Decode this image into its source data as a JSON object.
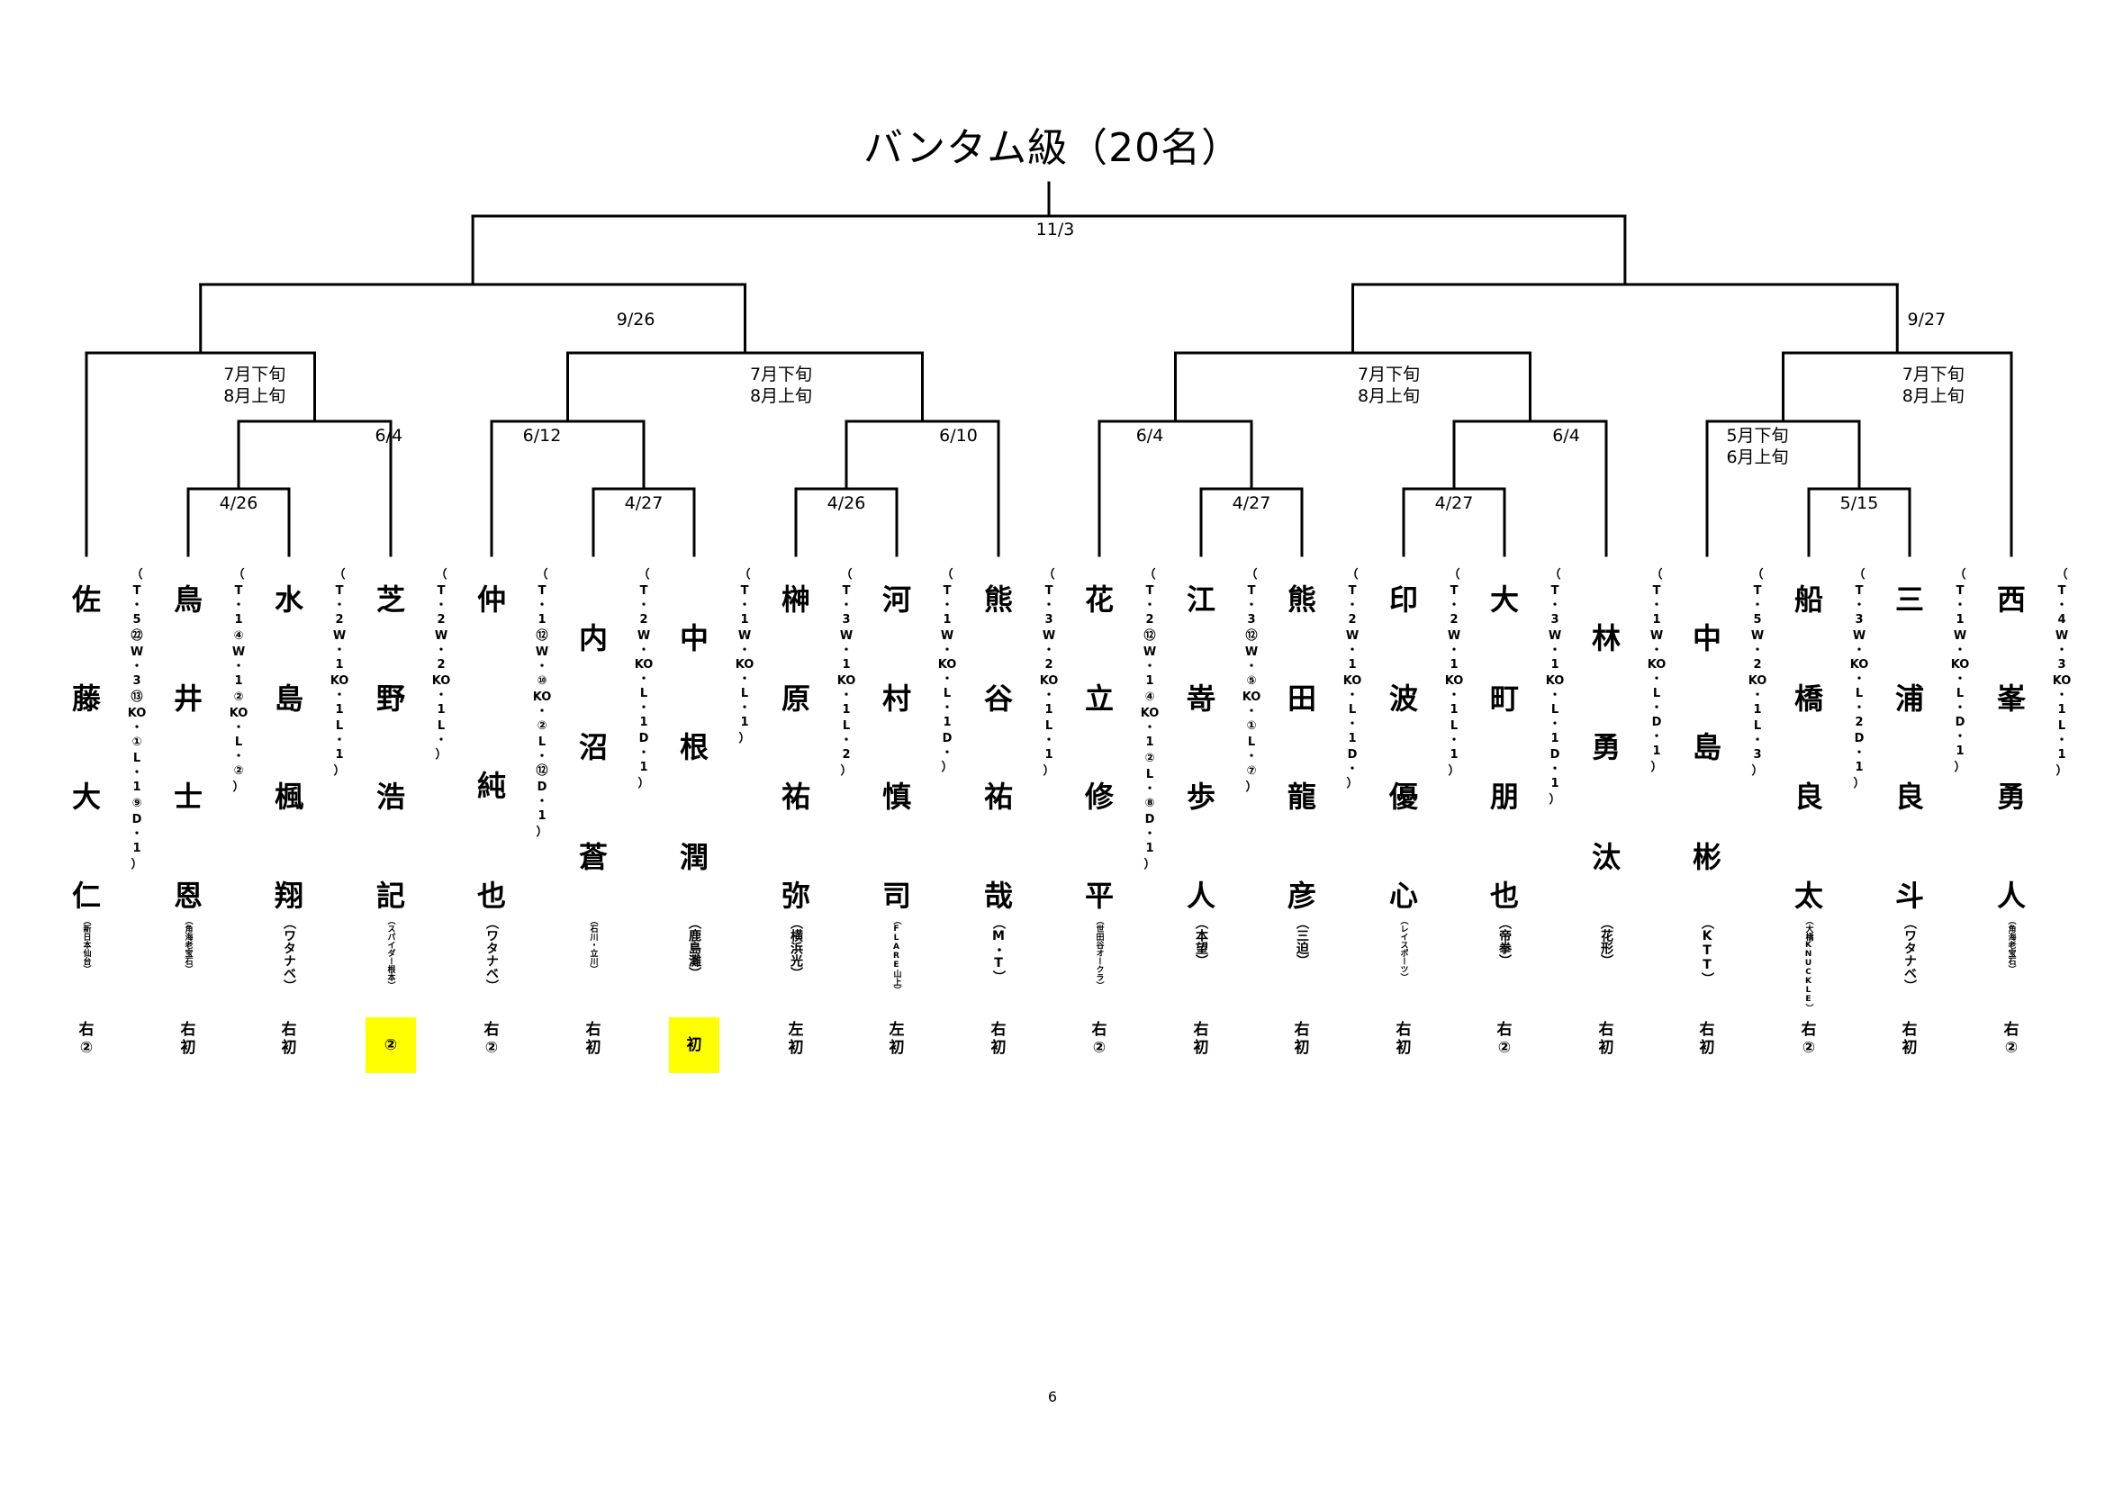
{
  "title": "バンタム級（20名）",
  "page_number": "6",
  "highlight_color": "#ffff00",
  "dates": {
    "final": "11/3",
    "semi_left": "9/26",
    "semi_right": "9/27",
    "qf1": "7月下旬\n8月上旬",
    "qf2": "7月下旬\n8月上旬",
    "qf3": "7月下旬\n8月上旬",
    "qf4": "7月下旬\n8月上旬",
    "r16_1": "6/4",
    "r16_2": "6/12",
    "r16_3": "6/10",
    "r16_4": "6/4",
    "r16_5": "6/4",
    "r16_6": "5月下旬\n6月上旬",
    "r1_1": "4/26",
    "r1_2": "4/27",
    "r1_3": "4/26",
    "r1_4": "4/27",
    "r1_5": "4/27",
    "r1_6": "5/15"
  },
  "fighters": [
    {
      "name": [
        "佐",
        "藤",
        "大",
        "仁"
      ],
      "record": [
        "（",
        "T",
        "・",
        "5",
        "㉒",
        "W",
        "・",
        "3",
        "⑬",
        "KO",
        "・",
        "①",
        "L",
        "・",
        "1",
        "⑨",
        "D",
        "・",
        "1",
        "）"
      ],
      "gym": "（新日本仙台）",
      "gym_small": true,
      "stance": "右",
      "career": "②",
      "highlight": false
    },
    {
      "name": [
        "鳥",
        "井",
        "士",
        "恩"
      ],
      "record": [
        "（",
        "T",
        "・",
        "1",
        "④",
        "W",
        "・",
        "1",
        "②",
        "KO",
        "・",
        "L",
        "・",
        "②",
        "）"
      ],
      "gym": "（角海老宝石）",
      "gym_small": true,
      "stance": "右",
      "career": "初",
      "highlight": false
    },
    {
      "name": [
        "水",
        "島",
        "楓",
        "翔"
      ],
      "record": [
        "（",
        "T",
        "・",
        "2",
        "W",
        "・",
        "1",
        "KO",
        "・",
        "1",
        "L",
        "・",
        "1",
        "）"
      ],
      "gym": "（ワタナベ）",
      "gym_small": false,
      "stance": "右",
      "career": "初",
      "highlight": false
    },
    {
      "name": [
        "芝",
        "野",
        "浩",
        "記"
      ],
      "record": [
        "（",
        "T",
        "・",
        "2",
        "W",
        "・",
        "2",
        "KO",
        "・",
        "1",
        "L",
        "・",
        "）"
      ],
      "gym": "（スパイダー根本）",
      "gym_small": true,
      "stance": "",
      "career": "②",
      "highlight": true
    },
    {
      "name": [
        "仲",
        "",
        "純",
        "也"
      ],
      "record": [
        "（",
        "T",
        "・",
        "1",
        "⑫",
        "W",
        "・",
        "⑩",
        "KO",
        "・",
        "②",
        "L",
        "・",
        "⑫",
        "D",
        "・",
        "1",
        "）"
      ],
      "gym": "（ワタナベ）",
      "gym_small": false,
      "stance": "右",
      "career": "②",
      "highlight": false
    },
    {
      "name": [
        "内",
        "沼",
        "蒼"
      ],
      "record": [
        "（",
        "T",
        "・",
        "2",
        "W",
        "・",
        "KO",
        "・",
        "L",
        "・",
        "1",
        "D",
        "・",
        "1",
        "）"
      ],
      "gym": "（石川・立川）",
      "gym_small": true,
      "stance": "右",
      "career": "初",
      "highlight": false
    },
    {
      "name": [
        "中",
        "根",
        "潤"
      ],
      "record": [
        "（",
        "T",
        "・",
        "1",
        "W",
        "・",
        "KO",
        "・",
        "L",
        "・",
        "1",
        "）"
      ],
      "gym": "（鹿島灘）",
      "gym_small": false,
      "stance": "",
      "career": "初",
      "highlight": true
    },
    {
      "name": [
        "榊",
        "原",
        "祐",
        "弥"
      ],
      "record": [
        "（",
        "T",
        "・",
        "3",
        "W",
        "・",
        "1",
        "KO",
        "・",
        "1",
        "L",
        "・",
        "2",
        "）"
      ],
      "gym": "（横浜光）",
      "gym_small": false,
      "stance": "左",
      "career": "初",
      "highlight": false
    },
    {
      "name": [
        "河",
        "村",
        "慎",
        "司"
      ],
      "record": [
        "（",
        "T",
        "・",
        "1",
        "W",
        "・",
        "KO",
        "・",
        "L",
        "・",
        "1",
        "D",
        "・",
        "）"
      ],
      "gym": "（FLARE山上）",
      "gym_small": true,
      "stance": "左",
      "career": "初",
      "highlight": false
    },
    {
      "name": [
        "熊",
        "谷",
        "祐",
        "哉"
      ],
      "record": [
        "（",
        "T",
        "・",
        "3",
        "W",
        "・",
        "2",
        "KO",
        "・",
        "1",
        "L",
        "・",
        "1",
        "）"
      ],
      "gym": "（M・T）",
      "gym_small": false,
      "stance": "右",
      "career": "初",
      "highlight": false
    },
    {
      "name": [
        "花",
        "立",
        "修",
        "平"
      ],
      "record": [
        "（",
        "T",
        "・",
        "2",
        "⑫",
        "W",
        "・",
        "1",
        "④",
        "KO",
        "・",
        "1",
        "②",
        "L",
        "・",
        "⑧",
        "D",
        "・",
        "1",
        "）"
      ],
      "gym": "（世田谷オークラ）",
      "gym_small": true,
      "stance": "右",
      "career": "②",
      "highlight": false
    },
    {
      "name": [
        "江",
        "嵜",
        "歩",
        "人"
      ],
      "record": [
        "（",
        "T",
        "・",
        "3",
        "⑫",
        "W",
        "・",
        "⑤",
        "KO",
        "・",
        "①",
        "L",
        "・",
        "⑦",
        "）"
      ],
      "gym": "（本望）",
      "gym_small": false,
      "stance": "右",
      "career": "初",
      "highlight": false
    },
    {
      "name": [
        "熊",
        "田",
        "龍",
        "彦"
      ],
      "record": [
        "（",
        "T",
        "・",
        "2",
        "W",
        "・",
        "1",
        "KO",
        "・",
        "L",
        "・",
        "1",
        "D",
        "・",
        "）"
      ],
      "gym": "（三迫）",
      "gym_small": false,
      "stance": "右",
      "career": "初",
      "highlight": false
    },
    {
      "name": [
        "印",
        "波",
        "優",
        "心"
      ],
      "record": [
        "（",
        "T",
        "・",
        "2",
        "W",
        "・",
        "1",
        "KO",
        "・",
        "1",
        "L",
        "・",
        "1",
        "）"
      ],
      "gym": "（レイスポーツ）",
      "gym_small": true,
      "stance": "右",
      "career": "初",
      "highlight": false
    },
    {
      "name": [
        "大",
        "町",
        "朋",
        "也"
      ],
      "record": [
        "（",
        "T",
        "・",
        "3",
        "W",
        "・",
        "1",
        "KO",
        "・",
        "L",
        "・",
        "1",
        "D",
        "・",
        "1",
        "）"
      ],
      "gym": "（帝拳）",
      "gym_small": false,
      "stance": "右",
      "career": "②",
      "highlight": false
    },
    {
      "name": [
        "林",
        "勇",
        "汰"
      ],
      "record": [
        "（",
        "T",
        "・",
        "1",
        "W",
        "・",
        "KO",
        "・",
        "L",
        "・",
        "D",
        "・",
        "1",
        "）"
      ],
      "gym": "（花形）",
      "gym_small": false,
      "stance": "右",
      "career": "初",
      "highlight": false
    },
    {
      "name": [
        "中",
        "島",
        "彬"
      ],
      "record": [
        "（",
        "T",
        "・",
        "5",
        "W",
        "・",
        "2",
        "KO",
        "・",
        "1",
        "L",
        "・",
        "3",
        "）"
      ],
      "gym": "（KTT）",
      "gym_small": false,
      "stance": "右",
      "career": "初",
      "highlight": false
    },
    {
      "name": [
        "船",
        "橋",
        "良",
        "太"
      ],
      "record": [
        "（",
        "T",
        "・",
        "3",
        "W",
        "・",
        "KO",
        "・",
        "L",
        "・",
        "2",
        "D",
        "・",
        "1",
        "）"
      ],
      "gym": "（大橋KNUCKLE）",
      "gym_small": true,
      "stance": "右",
      "career": "②",
      "highlight": false
    },
    {
      "name": [
        "三",
        "浦",
        "良",
        "斗"
      ],
      "record": [
        "（",
        "T",
        "・",
        "1",
        "W",
        "・",
        "KO",
        "・",
        "L",
        "・",
        "D",
        "・",
        "1",
        "）"
      ],
      "gym": "（ワタナベ）",
      "gym_small": false,
      "stance": "右",
      "career": "初",
      "highlight": false
    },
    {
      "name": [
        "西",
        "峯",
        "勇",
        "人"
      ],
      "record": [
        "（",
        "T",
        "・",
        "4",
        "W",
        "・",
        "3",
        "KO",
        "・",
        "1",
        "L",
        "・",
        "1",
        "）"
      ],
      "gym": "（角海老宝石）",
      "gym_small": true,
      "stance": "右",
      "career": "②",
      "highlight": false
    }
  ]
}
